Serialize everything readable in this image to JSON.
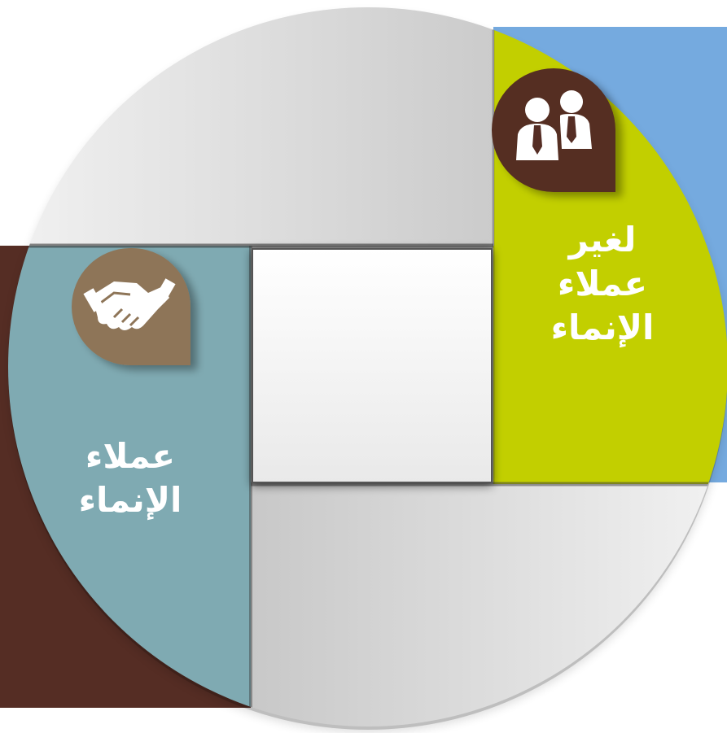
{
  "segments": {
    "non_customers": {
      "label_lines": [
        "لغير",
        "عملاء",
        "الإنماء"
      ],
      "color": "#C2CF00",
      "icon": "businessmen-icon",
      "icon_badge_color": "#552D24"
    },
    "customers": {
      "label_lines": [
        "عملاء",
        "الإنماء"
      ],
      "color": "#7FAAB2",
      "icon": "handshake-icon",
      "icon_badge_color": "#8E7558"
    }
  },
  "colors": {
    "accent_blue": "#75AADF",
    "accent_brown": "#552D24",
    "ring_gray": "#DCDCDC",
    "center": "#F2F2F2"
  }
}
